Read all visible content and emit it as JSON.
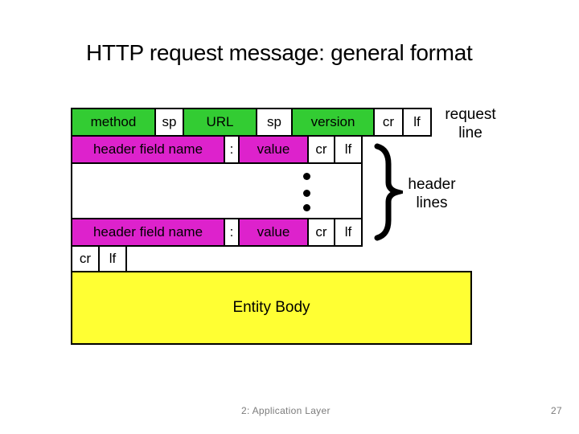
{
  "slide": {
    "title": "HTTP request message: general format",
    "footer_left": "2: Application Layer",
    "page_number": "27"
  },
  "colors": {
    "token_green": "#33cc33",
    "token_magenta": "#dd22cc",
    "entity_yellow": "#ffff33",
    "border_black": "#000000",
    "footer_gray": "#7b7b7b"
  },
  "diagram": {
    "request_line": {
      "cells": [
        {
          "label": "method",
          "color": "green"
        },
        {
          "label": "sp",
          "color": "white"
        },
        {
          "label": "URL",
          "color": "green"
        },
        {
          "label": "sp",
          "color": "white"
        },
        {
          "label": "version",
          "color": "green"
        },
        {
          "label": "cr",
          "color": "white"
        },
        {
          "label": "lf",
          "color": "white"
        }
      ],
      "caption_line1": "request",
      "caption_line2": "line"
    },
    "header_line_top": {
      "cells": [
        {
          "label": "header field name",
          "color": "magenta"
        },
        {
          "label": ":",
          "color": "white"
        },
        {
          "label": "value",
          "color": "magenta"
        },
        {
          "label": "cr",
          "color": "white"
        },
        {
          "label": "lf",
          "color": "white"
        }
      ]
    },
    "ellipsis_dot_count": 3,
    "header_line_bottom": {
      "cells": [
        {
          "label": "header field name",
          "color": "magenta"
        },
        {
          "label": ":",
          "color": "white"
        },
        {
          "label": "value",
          "color": "magenta"
        },
        {
          "label": "cr",
          "color": "white"
        },
        {
          "label": "lf",
          "color": "white"
        }
      ]
    },
    "blank_line": {
      "cells": [
        {
          "label": "cr",
          "color": "white"
        },
        {
          "label": "lf",
          "color": "white"
        }
      ]
    },
    "header_lines_caption_line1": "header",
    "header_lines_caption_line2": "lines",
    "entity_body_label": "Entity Body"
  }
}
